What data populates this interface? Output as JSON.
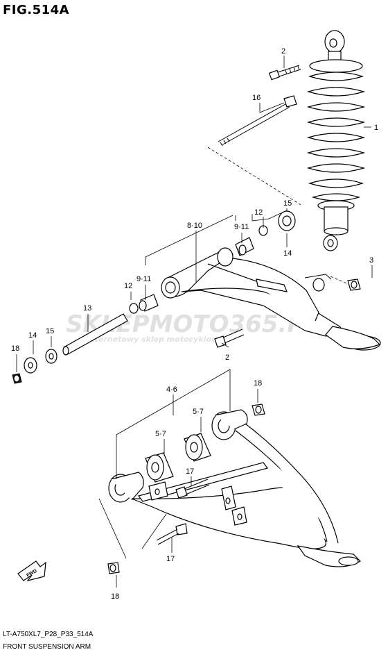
{
  "title": "FIG.514A",
  "footer": {
    "code": "LT-A750XL7_P28_P33_514A",
    "name": "FRONT SUSPENSION ARM"
  },
  "watermark": {
    "brand": "SKLEPMOTO365.PL",
    "tagline": "internetowy sklep motocyklowy"
  },
  "direction_arrow": "FWD",
  "callouts": {
    "c1": "1",
    "c2a": "2",
    "c2b": "2",
    "c3": "3",
    "c4_6": "4·6",
    "c5_7a": "5·7",
    "c5_7b": "5·7",
    "c8_10": "8·10",
    "c9_11a": "9·11",
    "c9_11b": "9·11",
    "c12a": "12",
    "c12b": "12",
    "c13": "13",
    "c14a": "14",
    "c14b": "14",
    "c15a": "15",
    "c15b": "15",
    "c16": "16",
    "c17a": "17",
    "c17b": "17",
    "c18a": "18",
    "c18b": "18",
    "c18c": "18"
  },
  "colors": {
    "line": "#000000",
    "watermark_red": "#d9a0a0",
    "watermark_gray": "#c8c8c8"
  }
}
